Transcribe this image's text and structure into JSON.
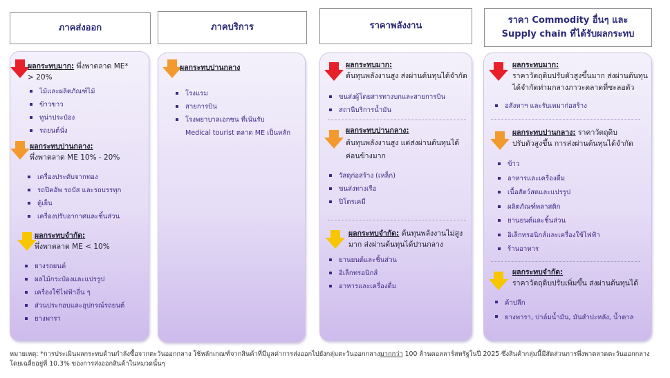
{
  "headers": {
    "export": "ภาคส่งออก",
    "service": "ภาคบริการ",
    "energy": "ราคาพลังงาน",
    "commodity_line1": "ราคา Commodity อื่นๆ และ",
    "commodity_line2": "Supply chain ที่ได้รับผลกระทบ"
  },
  "export": {
    "high": {
      "label": "ผลกระทบมาก:",
      "desc1": " พึ่งพาตลาด ME* ",
      "desc2": "> 20%",
      "items": [
        "ไม้และผลิตภัณฑ์ไม้",
        "ข้าวขาว",
        "ทูน่าประป๋อง",
        "รถยนต์นั่ง"
      ]
    },
    "mid": {
      "label": "ผลกระทบปานกลาง:",
      "desc": "พึ่งพาตลาด ME 10% - 20%",
      "items": [
        "เครื่องประดับจากทอง",
        "รถปิคอัพ รถบัส และรถบรรทุก",
        "ตู้เย็น",
        "เครื่องปรับอากาศและชิ้นส่วน"
      ]
    },
    "low": {
      "label": "ผลกระทบจำกัด:",
      "desc": "พึ่งพาตลาด ME < 10%",
      "items": [
        "ยางรถยนต์",
        "ผลไม้กระป๋องและแปรรูป",
        "เครื่องใช้ไฟฟ้าอื่น ๆ",
        "ส่วนประกอบและอุปกรณ์รถยนต์",
        "ยางพารา"
      ]
    }
  },
  "service": {
    "mid": {
      "label": "ผลกระทบปานกลาง",
      "items": [
        "โรงแรม",
        "สายการบิน",
        "โรงพยาบาลเอกชน ที่เน้นรับ"
      ],
      "item3_cont": "Medical tourist ตลาด ME เป็นหลัก"
    }
  },
  "energy": {
    "high": {
      "label": "ผลกระทบมาก:",
      "desc": "ต้นทุนพลังงานสูง ส่งผ่านต้นทุนได้จำกัด",
      "items": [
        "ขนส่งผู้โดยสารทางบกและสายการบิน",
        "สถานีบริการน้ำมัน"
      ]
    },
    "mid": {
      "label": "ผลกระทบปานกลาง:",
      "desc1": "ต้นทุนพลังงานสูง แต่ส่งผ่านต้นทุนได้",
      "desc2": "ค่อนข้างมาก",
      "items": [
        "วัสดุก่อสร้าง (เหล็ก)",
        "ขนส่งทางเรือ",
        "ปิโตรเคมี"
      ]
    },
    "low": {
      "label": "ผลกระทบจำกัด:",
      "desc1": " ต้นทุนพลังงานไม่สูง",
      "desc2": "มาก ส่งผ่านต้นทุนได้ปานกลาง",
      "items": [
        "ยานยนต์และชิ้นส่วน",
        "อิเล็กทรอนิกส์",
        "อาหารและเครื่องดื่ม"
      ]
    }
  },
  "commodity": {
    "high": {
      "label": "ผลกระทบมาก:",
      "desc1": "ราคาวัตถุดิบปรับตัวสูงขึ้นมาก ส่งผ่านต้นทุน",
      "desc2": "ได้จำกัดท่ามกลางภาวะตลาดที่ชะลอตัว",
      "items": [
        "อสังหาฯ และรับเหมาก่อสร้าง"
      ]
    },
    "mid": {
      "label": "ผลกระทบปานกลาง:",
      "desc1": " ราคาวัตถุดิบ",
      "desc2": "ปรับตัวสูงขึ้น การส่งผ่านต้นทุนได้จำกัด",
      "items": [
        "ข้าว",
        "อาหารและเครื่องดื่ม",
        "เนื้อสัตว์สดและแปรรูป",
        "ผลิตภัณฑ์พลาสติก",
        "ยานยนต์และชิ้นส่วน",
        "อิเล็กทรอนิกส์และเครื่องใช้ไฟฟ้า",
        "ร้านอาหาร"
      ]
    },
    "low": {
      "label": "ผลกระทบจำกัด:",
      "desc": "ราคาวัตถุดิบปรับเพิ่มขึ้น ส่งผ่านต้นทุนได้",
      "items": [
        "ค้าปลีก",
        "ยางพารา, ปาล์มน้ำมัน, มันสำปะหลัง, น้ำตาล"
      ]
    }
  },
  "note": {
    "part1": "หมายเหตุ: *การประเมินผลกระทบด้านกำลังซื้อจากตะวันออกกลาง ใช้หลักเกณฑ์จากสินค้าที่มีมูลค่าการส่งออกไปยังกลุ่มตะวันออกกลาง",
    "emph": "มากกว่า",
    "part2": " 100 ล้านดอลลาร์สหรัฐในปี 2025 ซึ่งสินค้ากลุ่มนี้มีสัดส่วนการพึ่งพาตลาดตะวันออกกลางโดยเฉลี่ยอยู่ที่ 10.3% ของการส่งออกสินค้าในหมวดนั้นๆ"
  },
  "colors": {
    "high": "#e8202a",
    "mid": "#f39a2e",
    "low": "#f7c600",
    "header_text": "#2b2b7a",
    "item_text": "#3c2a86"
  }
}
